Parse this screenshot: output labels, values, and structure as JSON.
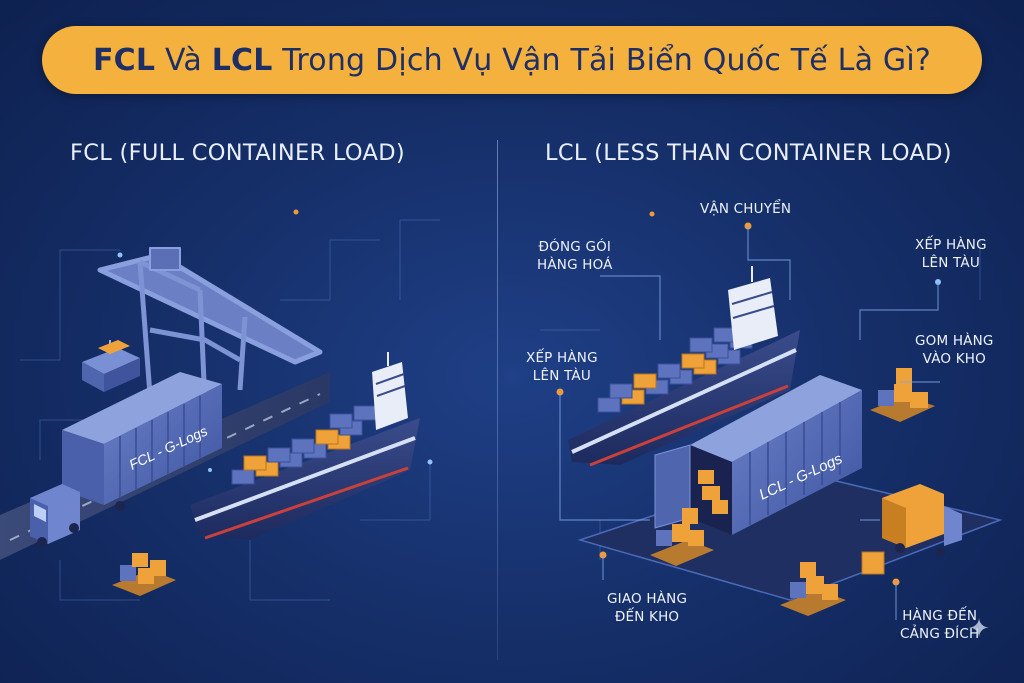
{
  "title": {
    "fcl": "FCL",
    "va": "Và",
    "lcl": "LCL",
    "rest": "Trong Dịch Vụ Vận Tải Biển Quốc Tế Là Gì?"
  },
  "fcl_section": {
    "heading": "FCL (FULL CONTAINER LOAD)",
    "container_label": "FCL - G-Logs"
  },
  "lcl_section": {
    "heading": "LCL (LESS THAN CONTAINER LOAD)",
    "container_label": "LCL - G-Logs",
    "steps": {
      "van_chuyen": "VẬN CHUYỂN",
      "dong_goi_1": "ĐÓNG GÓI",
      "dong_goi_2": "HÀNG HOÁ",
      "xep_hang_top_1": "XẾP HÀNG",
      "xep_hang_top_2": "LÊN TÀU",
      "xep_hang_left_1": "XẾP HÀNG",
      "xep_hang_left_2": "LÊN TÀU",
      "gom_hang_1": "GOM HÀNG",
      "gom_hang_2": "VÀO KHO",
      "giao_hang_1": "GIAO HÀNG",
      "giao_hang_2": "ĐẾN KHO",
      "hang_den_1": "HÀNG ĐẾN",
      "hang_den_2": "CẢNG ĐÍCH"
    }
  },
  "colors": {
    "background": "#16306b",
    "title_pill": "#f5b13d",
    "title_text": "#1e2f66",
    "container_blue": "#5068b2",
    "box_orange": "#f0a23a",
    "accent_orange": "#f29a3a",
    "hull": "#2f3f7a"
  },
  "icons": {
    "sparkle": "four-point-star-icon"
  }
}
